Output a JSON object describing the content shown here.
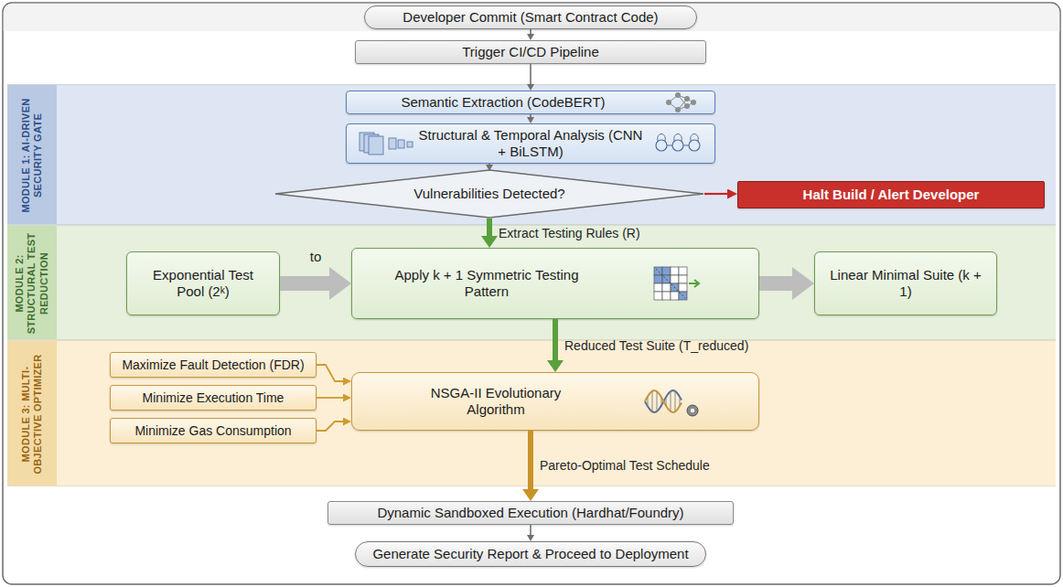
{
  "diagram": {
    "nodes": [
      {
        "text": [
          "Developer Commit (Smart Contract Code)"
        ]
      },
      {
        "text": [
          "Trigger CI/CD Pipeline"
        ]
      },
      {
        "text": [
          "MODULE 1: AI-DRIVEN SECURITY GATE"
        ]
      },
      {
        "text": [
          "Semantic Extraction (CodeBERT)"
        ],
        "in": 2
      },
      {
        "text": [
          "Structural & Temporal Analysis (CNN + BiLSTM)"
        ],
        "in": 2
      },
      {
        "text": [
          "Vulnerabilities Detected?"
        ],
        "in": 2
      },
      {
        "text": [
          "Halt Build / Alert Developer"
        ],
        "in": 2
      },
      {
        "text": [
          "MODULE 2: STRUCTURAL TEST REDUCTION"
        ]
      },
      {
        "text": [
          "Exponential Test Pool (2ᵏ)"
        ],
        "in": 7
      },
      {
        "text": [
          "Apply k + 1 Symmetric Testing Pattern"
        ],
        "in": 7
      },
      {
        "text": [
          "Linear Minimal Suite (k + 1)"
        ],
        "in": 7
      },
      {
        "text": [
          "MODULE 3: MULTI-OBJECTIVE OPTIMIZER"
        ]
      },
      {
        "text": [
          "Maximize Fault Detection (FDR)"
        ],
        "in": 11
      },
      {
        "text": [
          "Minimize Execution Time"
        ],
        "in": 11
      },
      {
        "text": [
          "Minimize Gas Consumption"
        ],
        "in": 11
      },
      {
        "text": [
          "NSGA-II Evolutionary Algorithm"
        ],
        "in": 11
      },
      {
        "text": [
          "Dynamic Sandboxed Execution (Hardhat/Foundry)"
        ]
      },
      {
        "text": [
          "Generate Security Report & Proceed to Deployment"
        ]
      }
    ],
    "edges": [
      {
        "from": 0,
        "to": 1,
        "arrow": "to"
      },
      {
        "from": 1,
        "to": 3,
        "arrow": "to"
      },
      {
        "from": 3,
        "to": 4,
        "arrow": "to"
      },
      {
        "from": 4,
        "to": 5,
        "arrow": "to"
      },
      {
        "from": 5,
        "to": 6,
        "arrow": "to"
      },
      {
        "from": 5,
        "to": 9,
        "label": "Extract Testing Rules (R)",
        "arrow": "to"
      },
      {
        "from": 8,
        "to": 9,
        "label": "to",
        "arrow": "to"
      },
      {
        "from": 9,
        "to": 10,
        "arrow": "to"
      },
      {
        "from": 9,
        "to": 15,
        "label": "Reduced Test Suite (T_reduced)",
        "arrow": "to"
      },
      {
        "from": 12,
        "to": 15,
        "arrow": "to"
      },
      {
        "from": 13,
        "to": 15,
        "arrow": "to"
      },
      {
        "from": 14,
        "to": 15,
        "arrow": "to"
      },
      {
        "from": 15,
        "to": 16,
        "label": "Pareto-Optimal Test Schedule",
        "arrow": "to"
      },
      {
        "from": 16,
        "to": 17,
        "arrow": "to"
      }
    ]
  }
}
